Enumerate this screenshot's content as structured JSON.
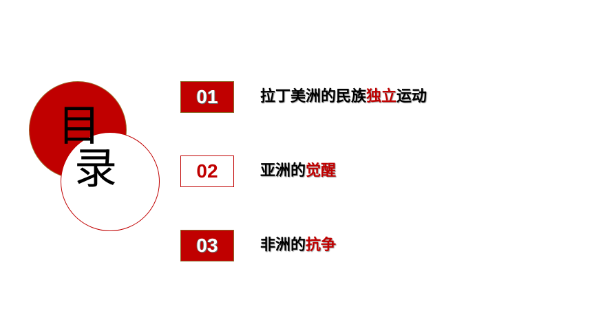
{
  "title": {
    "char_1": "目",
    "char_2": "录"
  },
  "items": [
    {
      "number": "01",
      "text_before": "拉丁美洲的民族",
      "highlight": "独立",
      "text_after": "运动"
    },
    {
      "number": "02",
      "text_before": "亚洲的",
      "highlight": "觉醒",
      "text_after": ""
    },
    {
      "number": "03",
      "text_before": "非洲的",
      "highlight": "抗争",
      "text_after": ""
    }
  ],
  "colors": {
    "accent": "#c00000",
    "text": "#000000",
    "background": "#ffffff"
  }
}
